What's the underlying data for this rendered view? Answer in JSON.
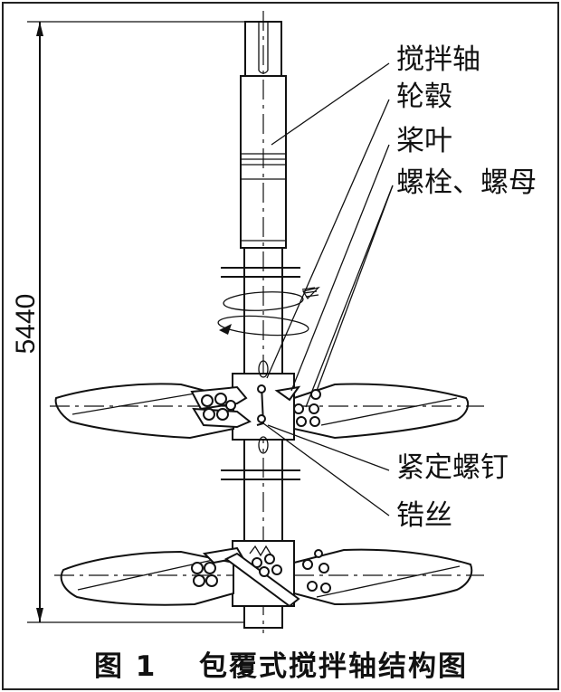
{
  "labels": {
    "shaft": "搅拌轴",
    "hub": "轮毂",
    "blade": "桨叶",
    "bolt_nut": "螺栓、螺母",
    "set_screw": "紧定螺钉",
    "lock_wire": "锆丝"
  },
  "dimension": "5440",
  "caption": {
    "number": "图 1",
    "title": "包覆式搅拌轴结构图"
  }
}
